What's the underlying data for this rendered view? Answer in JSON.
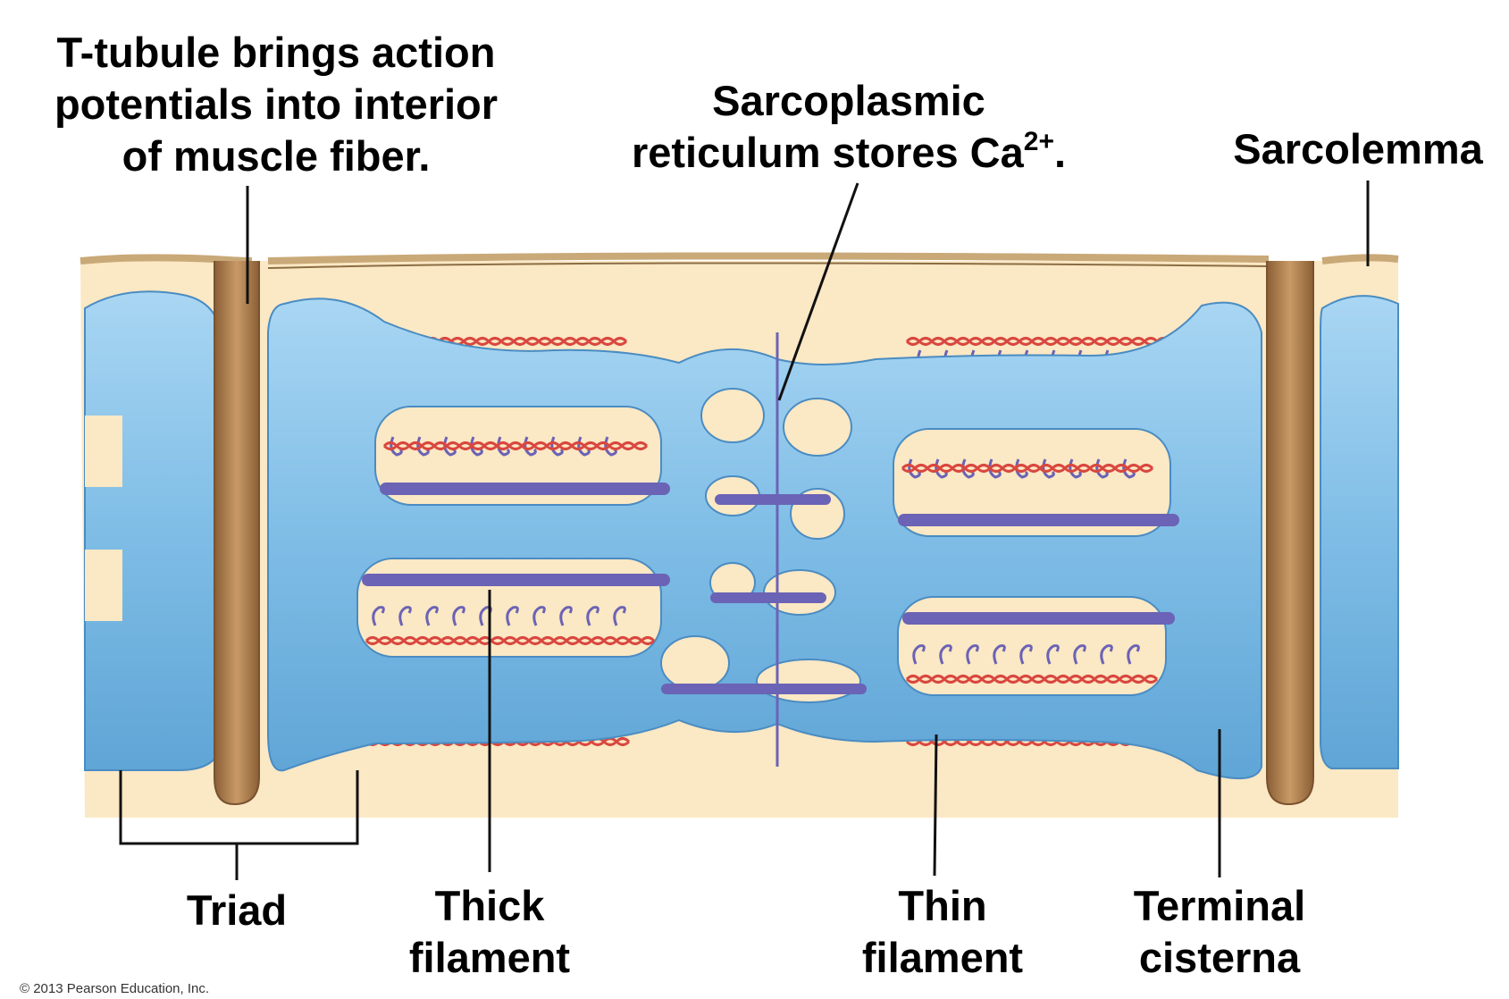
{
  "labels": {
    "ttubule": {
      "line1": "T-tubule brings action",
      "line2": "potentials into interior",
      "line3": "of muscle fiber."
    },
    "sr": {
      "line1": "Sarcoplasmic",
      "line2_text": "reticulum stores Ca",
      "line2_sup": "2+",
      "line2_end": "."
    },
    "sarcolemma": "Sarcolemma",
    "triad": "Triad",
    "thick": {
      "line1": "Thick",
      "line2": "filament"
    },
    "thin": {
      "line1": "Thin",
      "line2": "filament"
    },
    "terminal": {
      "line1": "Terminal",
      "line2": "cisterna"
    }
  },
  "copyright": "© 2013 Pearson Education, Inc.",
  "colors": {
    "cytoplasm": "#fbe8c4",
    "sarcolemma": "#c9a978",
    "ttubule": "#b98a5a",
    "sr": "#7fbde6",
    "sr_highlight": "#b9dff6",
    "thick_filament": "#6b63b5",
    "thin_filament": "#d9473f",
    "leader": "#111111"
  }
}
